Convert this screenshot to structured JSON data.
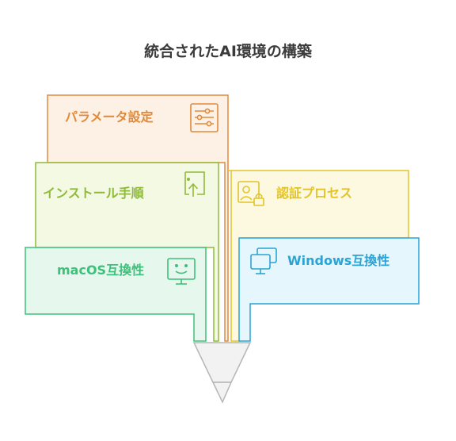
{
  "title": "統合されたAI環境の構築",
  "items": {
    "params": {
      "label": "パラメータ設定",
      "color": "#e08a3c",
      "fill": "#fdf1e6",
      "icon": "sliders-icon"
    },
    "install": {
      "label": "インストール手順",
      "color": "#8fba3a",
      "fill": "#f4f9e4",
      "icon": "upload-icon"
    },
    "auth": {
      "label": "認証プロセス",
      "color": "#e2c42a",
      "fill": "#fdf9e1",
      "icon": "user-lock-icon"
    },
    "macos": {
      "label": "macOS互換性",
      "color": "#3ec07a",
      "fill": "#e6f8ee",
      "icon": "monitor-smile-icon"
    },
    "windows": {
      "label": "Windows互換性",
      "color": "#2aa3d6",
      "fill": "#e6f6fd",
      "icon": "monitors-icon"
    }
  }
}
